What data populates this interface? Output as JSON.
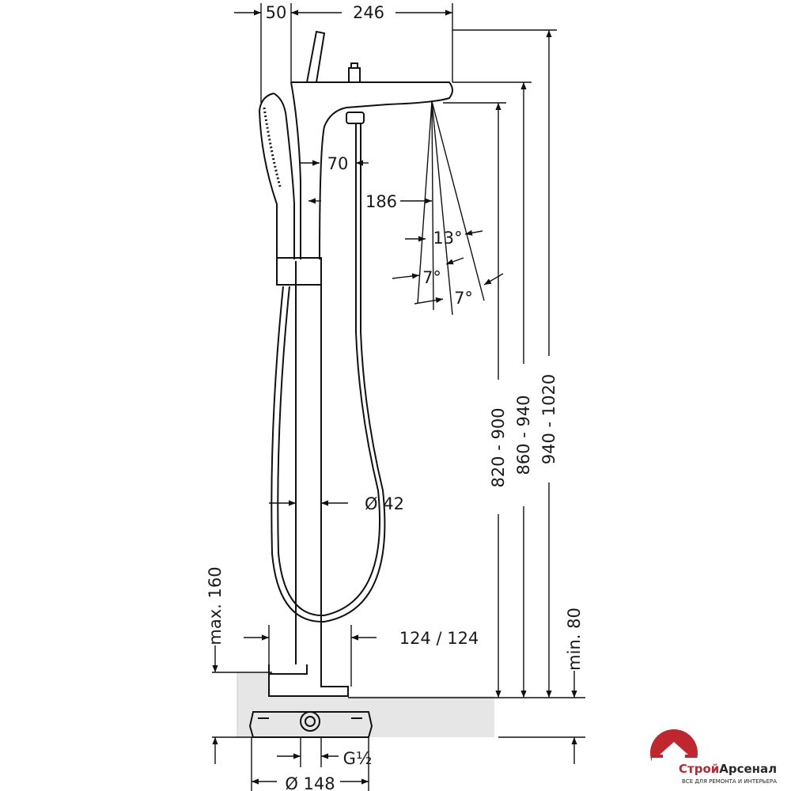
{
  "dimensions": {
    "d50": "50",
    "d246": "246",
    "d70": "70",
    "d186": "186",
    "a13": "13°",
    "a7_left": "7°",
    "a7_right": "7°",
    "d42": "Ø 42",
    "d124": "124 / 124",
    "d820": "820 - 900",
    "d860": "860 - 940",
    "d940": "940 - 1020",
    "max160": "max. 160",
    "min80": "min. 80",
    "g12": "G½",
    "d148": "Ø 148"
  },
  "brand": {
    "name_part1": "Строй",
    "name_part2": "Арсенал",
    "tagline": "ВСЕ ДЛЯ РЕМОНТА И ИНТЕРЬЕРА",
    "red": "#c0262d",
    "dark": "#2a2a2a"
  },
  "colors": {
    "line": "#111111",
    "floor": "#e6e6e6"
  }
}
